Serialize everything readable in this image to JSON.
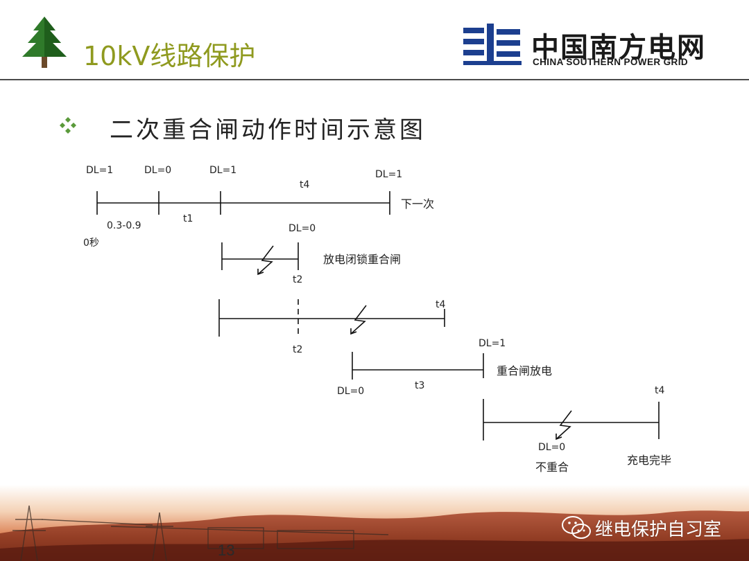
{
  "header": {
    "title": "10kV线路保护",
    "logo_cn": "中国南方电网",
    "logo_en": "CHINA SOUTHERN POWER GRID"
  },
  "subtitle": "二次重合闸动作时间示意图",
  "diagram": {
    "row1": {
      "labels_top": [
        "DL=1",
        "DL=0",
        "DL=1",
        "DL=1"
      ],
      "t4": "t4",
      "t1": "t1",
      "range": "0.3-0.9",
      "zero": "0秒",
      "next": "下一次"
    },
    "row2": {
      "dl": "DL=0",
      "t2": "t2",
      "caption": "放电闭锁重合闸"
    },
    "row3": {
      "t4": "t4",
      "t2": "t2"
    },
    "row4": {
      "dl_top": "DL=1",
      "dl_bottom": "DL=0",
      "t3": "t3",
      "caption": "重合闸放电"
    },
    "row5": {
      "t4": "t4",
      "dl": "DL=0",
      "no_reclose": "不重合",
      "charged": "充电完毕"
    }
  },
  "footer": {
    "page": "13",
    "watermark": "继电保护自习室"
  },
  "colors": {
    "title": "#8f9a1f",
    "bullet": "#5a9a3a",
    "logo_blue": "#1c3f8f"
  }
}
